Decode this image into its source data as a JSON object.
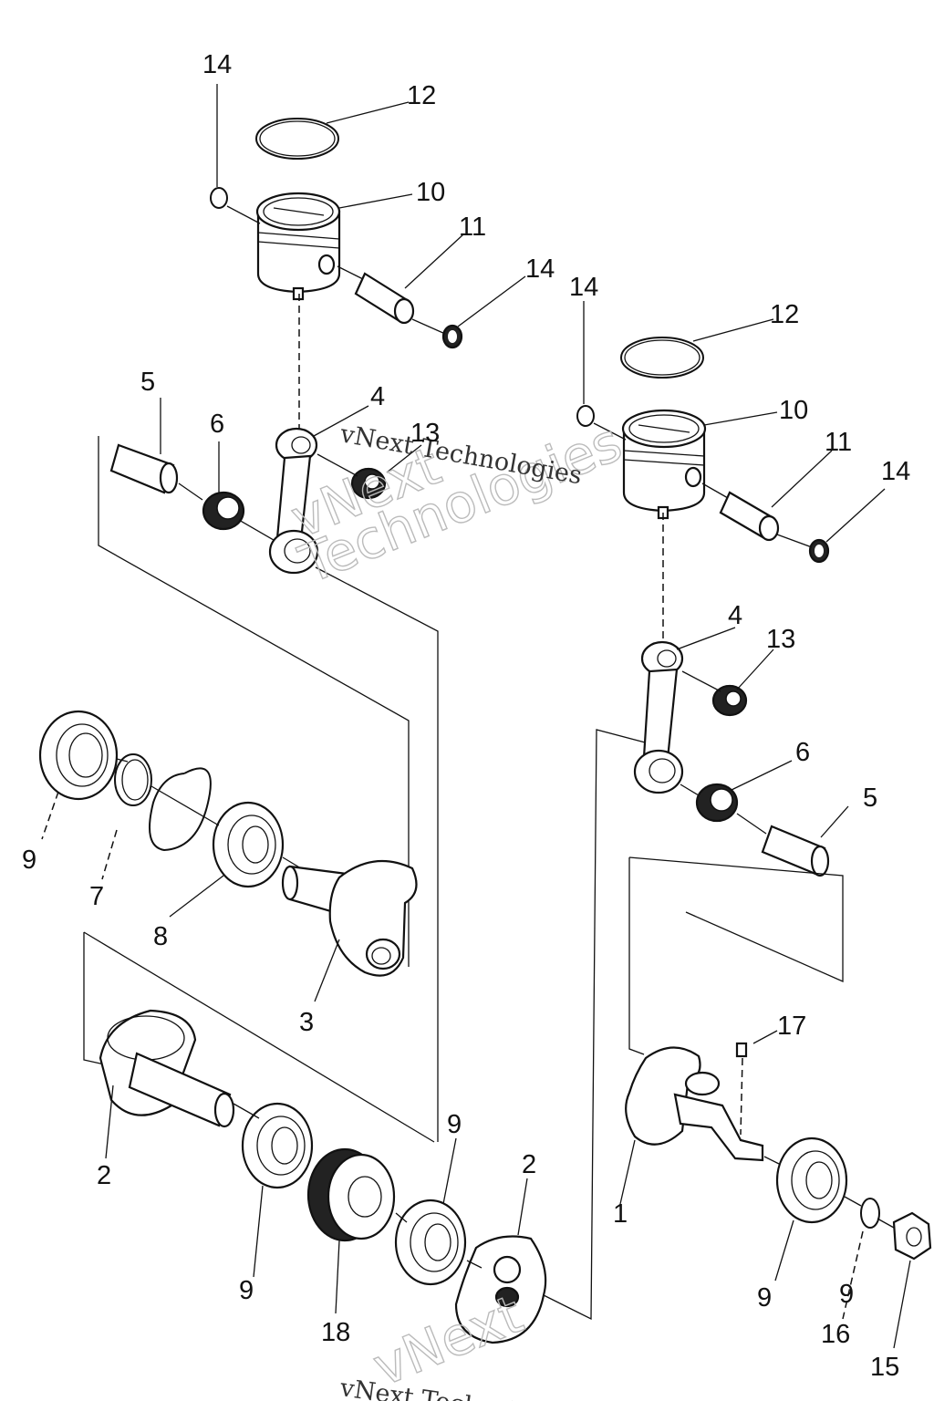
{
  "colors": {
    "line": "#111111",
    "background": "#ffffff",
    "watermark": "#bbbbbb"
  },
  "callouts": [
    {
      "id": "c14a",
      "text": "14"
    },
    {
      "id": "c12a",
      "text": "12"
    },
    {
      "id": "c10a",
      "text": "10"
    },
    {
      "id": "c11a",
      "text": "11"
    },
    {
      "id": "c14b",
      "text": "14"
    },
    {
      "id": "c14c",
      "text": "14"
    },
    {
      "id": "c12b",
      "text": "12"
    },
    {
      "id": "c10b",
      "text": "10"
    },
    {
      "id": "c11b",
      "text": "11"
    },
    {
      "id": "c14d",
      "text": "14"
    },
    {
      "id": "c5a",
      "text": "5"
    },
    {
      "id": "c6a",
      "text": "6"
    },
    {
      "id": "c4a",
      "text": "4"
    },
    {
      "id": "c13a",
      "text": "13"
    },
    {
      "id": "c4b",
      "text": "4"
    },
    {
      "id": "c13b",
      "text": "13"
    },
    {
      "id": "c6b",
      "text": "6"
    },
    {
      "id": "c5b",
      "text": "5"
    },
    {
      "id": "c9a",
      "text": "9"
    },
    {
      "id": "c7",
      "text": "7"
    },
    {
      "id": "c8",
      "text": "8"
    },
    {
      "id": "c3",
      "text": "3"
    },
    {
      "id": "c17",
      "text": "17"
    },
    {
      "id": "c2a",
      "text": "2"
    },
    {
      "id": "c9b",
      "text": "9"
    },
    {
      "id": "c2b",
      "text": "2"
    },
    {
      "id": "c1",
      "text": "1"
    },
    {
      "id": "c9c",
      "text": "9"
    },
    {
      "id": "c18",
      "text": "18"
    },
    {
      "id": "c9d",
      "text": "9"
    },
    {
      "id": "c9e",
      "text": "9"
    },
    {
      "id": "c16",
      "text": "16"
    },
    {
      "id": "c15",
      "text": "15"
    }
  ],
  "watermarks": [
    {
      "id": "w1",
      "text": "vNext Technologies"
    },
    {
      "id": "w2",
      "text": "vNext Technologies"
    }
  ]
}
